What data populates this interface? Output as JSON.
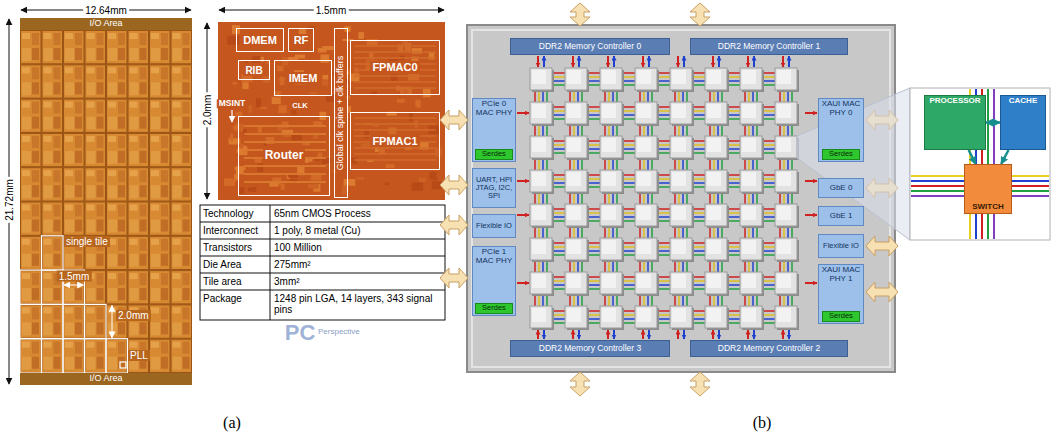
{
  "diagram": {
    "nodes": [
      {
        "text": [
          "I/O Area"
        ]
      },
      {
        "text": [
          "I/O Area"
        ]
      },
      {
        "text": [
          "DMEM"
        ]
      },
      {
        "text": [
          "RF"
        ]
      },
      {
        "text": [
          "RIB"
        ]
      },
      {
        "text": [
          "IMEM"
        ]
      },
      {
        "text": [
          "FPMAC0"
        ]
      },
      {
        "text": [
          "Global clk spine + clk buffers"
        ]
      },
      {
        "text": [
          "Router"
        ]
      },
      {
        "text": [
          "FPMAC1"
        ]
      },
      {
        "text": [
          "DDR2 Memory Controller 0"
        ]
      },
      {
        "text": [
          "DDR2 Memory Controller 1"
        ]
      },
      {
        "text": [
          "PCIe 0 MAC PHY"
        ]
      },
      {
        "text": [
          "Serdes"
        ],
        "in": 12
      },
      {
        "text": [
          "XAUI MAC PHY 0"
        ]
      },
      {
        "text": [
          "Serdes"
        ],
        "in": 14
      },
      {
        "text": [
          "UART, HPI JTAG, I2C, SPI"
        ]
      },
      {
        "text": [
          "GbE 0"
        ]
      },
      {
        "text": [
          "GbE 1"
        ]
      },
      {
        "text": [
          "Flexible IO"
        ]
      },
      {
        "text": [
          "Flexible IO"
        ]
      },
      {
        "text": [
          "PCIe 1 MAC PHY"
        ]
      },
      {
        "text": [
          "Serdes"
        ],
        "in": 21
      },
      {
        "text": [
          "XAUI MAC PHY 1"
        ]
      },
      {
        "text": [
          "Serdes"
        ],
        "in": 23
      },
      {
        "text": [
          "DDR2 Memory Controller 3"
        ]
      },
      {
        "text": [
          "DDR2 Memory Controller 2"
        ]
      },
      {
        "text": [
          "PROCESSOR"
        ]
      },
      {
        "text": [
          "CACHE"
        ]
      },
      {
        "text": [
          "SWITCH"
        ]
      }
    ],
    "edges": [
      {
        "from": 27,
        "to": 28,
        "arrow": "both"
      },
      {
        "from": 27,
        "to": 29,
        "arrow": "to"
      },
      {
        "from": 28,
        "to": 29,
        "arrow": "to"
      }
    ],
    "labels": [
      "12.64mm",
      "21.72mm",
      "single tile",
      "1.5mm",
      "2.0mm",
      "PLL",
      "1.5mm",
      "2.0mm",
      "MSINT",
      "CLK",
      "Technology",
      "65nm CMOS Process",
      "Interconnect",
      "1 poly, 8 metal (Cu)",
      "Transistors",
      "100 Million",
      "Die Area",
      "275mm²",
      "Tile area",
      "3mm²",
      "Package",
      "1248 pin LGA, 14 layers, 343 signal pins",
      "PC",
      "Perspective",
      "(a)",
      "(b)"
    ]
  }
}
